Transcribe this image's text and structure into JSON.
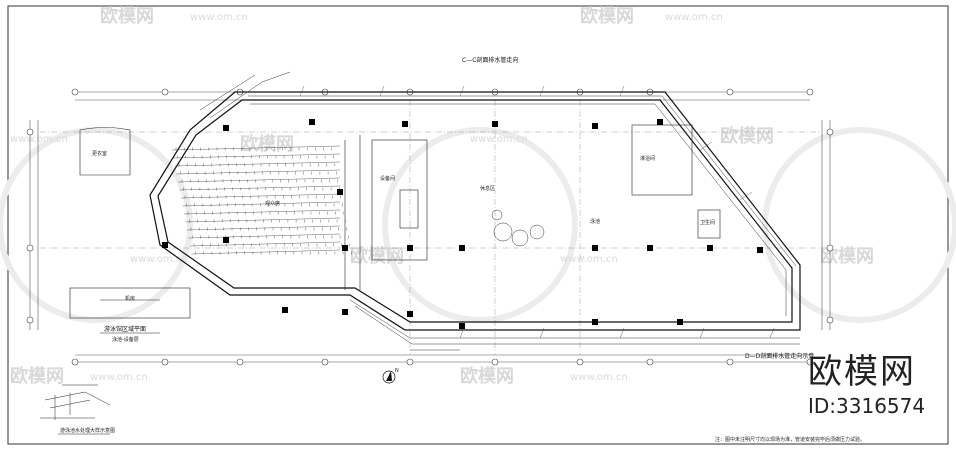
{
  "drawing": {
    "hall_name_label": "游泳馆区域平面",
    "hall_scale_label": "泳池-设备层",
    "detail_caption": "游泳池水处理大样示意图",
    "north_label": "N",
    "top_section_label": "C—C剖面排水管走向",
    "bottom_section_label": "D—D剖面排水管走向示意",
    "bottom_note": "注：图中未注明尺寸均以现场为准，管道安装完毕后须做压力试验。",
    "room_labels": [
      "观众席",
      "泳池",
      "休息区",
      "设备间",
      "更衣室",
      "淋浴间",
      "卫生间",
      "机房"
    ]
  },
  "watermark": {
    "brand": "欧模网",
    "url": "www.om.cn"
  },
  "brand_stamp": {
    "title": "欧模网",
    "id": "ID:3316574"
  }
}
